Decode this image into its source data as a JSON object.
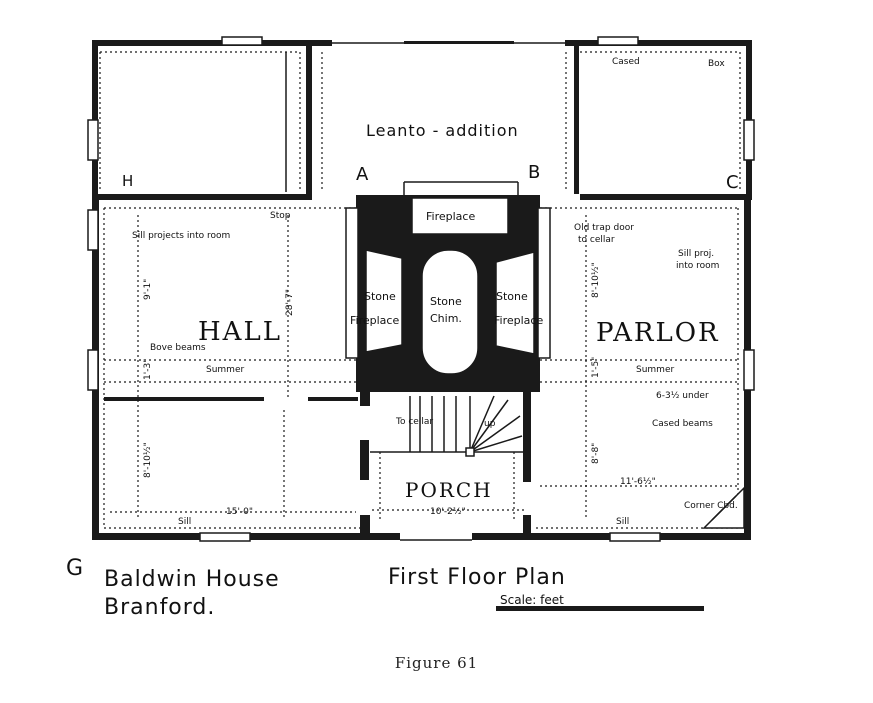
{
  "rooms": {
    "leanto": "Leanto - addition",
    "hall": "HALL",
    "parlor": "PARLOR",
    "porch": "PORCH"
  },
  "fixtures": {
    "fireplace_back": "Fireplace",
    "stone_fireplace": "Stone",
    "stone_fireplace_word": "Fireplace",
    "stone_chim_1": "Stone",
    "stone_chim_2": "Chim.",
    "stone_fireplace_right": "Stone",
    "stone_fireplace_right_word": "Fireplace"
  },
  "corners": {
    "a": "A",
    "b": "B",
    "c": "C",
    "g": "G",
    "h": "H"
  },
  "notes": {
    "cased": "Cased",
    "box": "Box",
    "stop": "Stop",
    "sill_projects": "Sill projects into room",
    "old_trap_door": "Old trap door",
    "to_cellar_note": "to cellar",
    "sill_proj": "Sill proj.",
    "into_room": "into room",
    "bove_beams": "Bove beams",
    "summer_left": "Summer",
    "summer_right": "Summer",
    "under": "6-3½ under",
    "cased_beams": "Cased beams",
    "to_cellar": "To cellar",
    "up": "up",
    "corner_cbd": "Corner Cbd.",
    "sill_left": "Sill",
    "sill_right": "Sill"
  },
  "dimensions": {
    "hall_upper": "9'-1\"",
    "hall_height": "28'-7\"",
    "hall_mid": "1'-3\"",
    "hall_lower": "8'-10½\"",
    "hall_width": "15'-0\"",
    "parlor_upper": "8'-10½\"",
    "parlor_mid": "1'-5\"",
    "parlor_lower": "8'-8\"",
    "parlor_width": "11'-6½\"",
    "porch_width": "10'-2½\""
  },
  "title": {
    "house_line1": "Baldwin House",
    "house_line2": "Branford.",
    "plan": "First Floor Plan",
    "scale": "Scale: feet"
  },
  "caption": "Figure 61"
}
